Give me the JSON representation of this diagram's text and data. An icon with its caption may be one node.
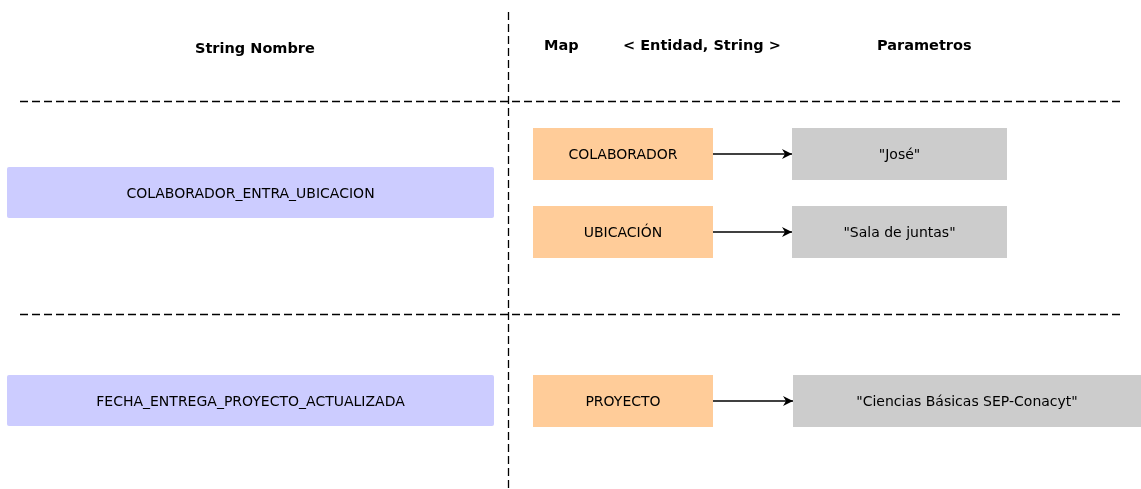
{
  "diagram": {
    "nodes": [
      {
        "text": [
          "COLABORADOR_ENTRA_UBICACION"
        ]
      },
      {
        "text": [
          "COLABORADOR"
        ]
      },
      {
        "text": [
          "\"José\""
        ]
      },
      {
        "text": [
          "UBICACIÓN"
        ]
      },
      {
        "text": [
          "\"Sala de juntas\""
        ]
      },
      {
        "text": [
          "FECHA_ENTREGA_PROYECTO_ACTUALIZADA"
        ]
      },
      {
        "text": [
          "PROYECTO"
        ]
      },
      {
        "text": [
          "\"Ciencias Básicas SEP-Conacyt\""
        ]
      }
    ],
    "edges": [
      {
        "from": 1,
        "to": 2,
        "arrow": "to"
      },
      {
        "from": 3,
        "to": 4,
        "arrow": "to"
      },
      {
        "from": 6,
        "to": 7,
        "arrow": "to"
      }
    ],
    "labels": [
      "String Nombre",
      "Map",
      "< Entidad, String >",
      "Parametros"
    ]
  }
}
